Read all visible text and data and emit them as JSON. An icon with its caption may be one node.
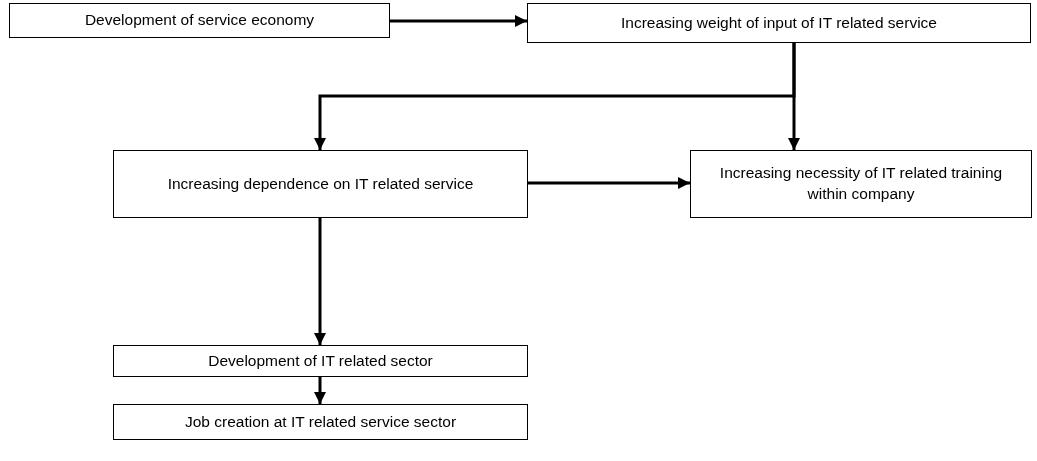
{
  "diagram": {
    "nodes": [
      {
        "text": [
          "Development of service economy"
        ]
      },
      {
        "text": [
          "Increasing weight of input of IT related service"
        ]
      },
      {
        "text": [
          "Increasing dependence on IT related service"
        ]
      },
      {
        "text": [
          "Increasing necessity of IT related training within company"
        ]
      },
      {
        "text": [
          "Development of IT related sector"
        ]
      },
      {
        "text": [
          "Job creation at IT related service sector"
        ]
      }
    ],
    "edges": [
      {
        "from": 0,
        "to": 1,
        "arrow": "to"
      },
      {
        "from": 1,
        "to": 3,
        "arrow": "to"
      },
      {
        "from": 1,
        "to": 2,
        "arrow": "to"
      },
      {
        "from": 2,
        "to": 3,
        "arrow": "to"
      },
      {
        "from": 2,
        "to": 4,
        "arrow": "to"
      },
      {
        "from": 4,
        "to": 5,
        "arrow": "to"
      }
    ]
  }
}
